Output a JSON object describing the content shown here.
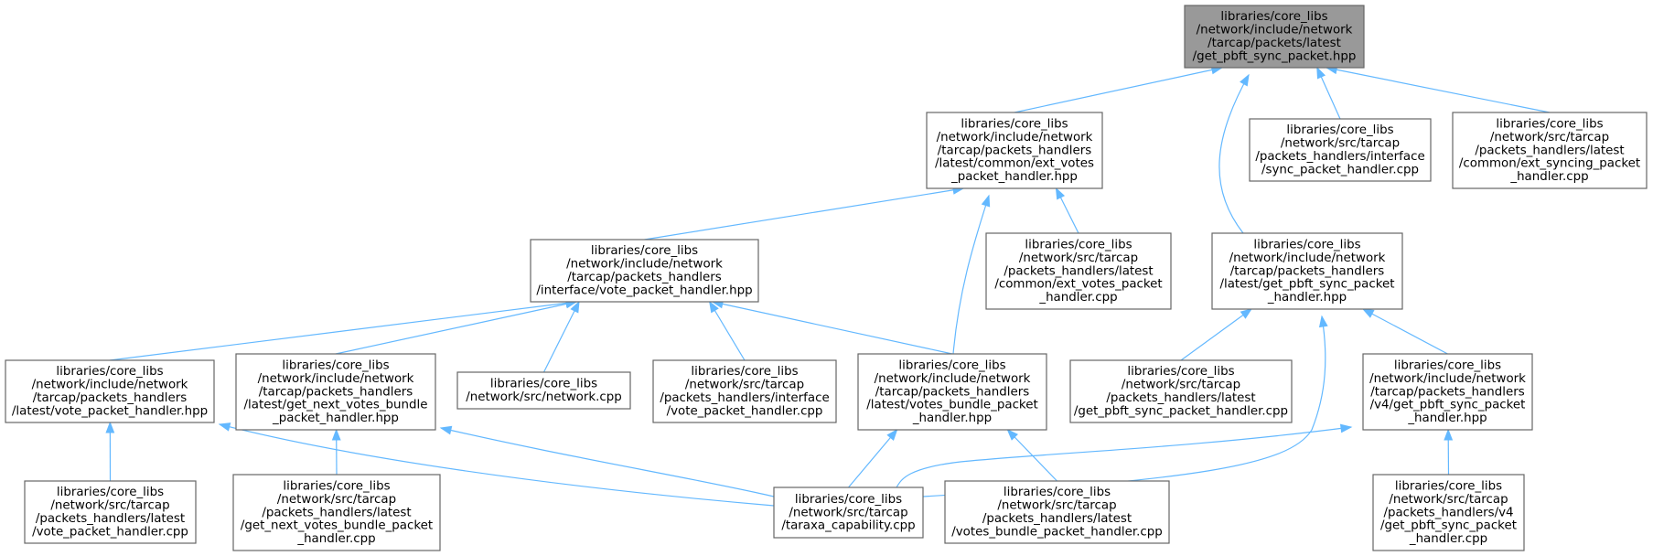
{
  "graph": {
    "nodes": [
      {
        "id": "n0",
        "root": true,
        "lines": [
          "libraries/core_libs",
          "/network/include/network",
          "/tarcap/packets/latest",
          "/get_pbft_sync_packet.hpp"
        ]
      },
      {
        "id": "n1",
        "lines": [
          "libraries/core_libs",
          "/network/include/network",
          "/tarcap/packets_handlers",
          "/latest/common/ext_votes",
          "_packet_handler.hpp"
        ]
      },
      {
        "id": "n2",
        "lines": [
          "libraries/core_libs",
          "/network/src/tarcap",
          "/packets_handlers/interface",
          "/sync_packet_handler.cpp"
        ]
      },
      {
        "id": "n3",
        "lines": [
          "libraries/core_libs",
          "/network/src/tarcap",
          "/packets_handlers/latest",
          "/common/ext_syncing_packet",
          "_handler.cpp"
        ]
      },
      {
        "id": "n4",
        "lines": [
          "libraries/core_libs",
          "/network/include/network",
          "/tarcap/packets_handlers",
          "/interface/vote_packet_handler.hpp"
        ]
      },
      {
        "id": "n5",
        "lines": [
          "libraries/core_libs",
          "/network/src/tarcap",
          "/packets_handlers/latest",
          "/common/ext_votes_packet",
          "_handler.cpp"
        ]
      },
      {
        "id": "n6",
        "lines": [
          "libraries/core_libs",
          "/network/include/network",
          "/tarcap/packets_handlers",
          "/latest/get_pbft_sync_packet",
          "_handler.hpp"
        ]
      },
      {
        "id": "n7",
        "lines": [
          "libraries/core_libs",
          "/network/include/network",
          "/tarcap/packets_handlers",
          "/latest/vote_packet_handler.hpp"
        ]
      },
      {
        "id": "n8",
        "lines": [
          "libraries/core_libs",
          "/network/include/network",
          "/tarcap/packets_handlers",
          "/latest/get_next_votes_bundle",
          "_packet_handler.hpp"
        ]
      },
      {
        "id": "n9",
        "lines": [
          "libraries/core_libs",
          "/network/src/network.cpp"
        ]
      },
      {
        "id": "n10",
        "lines": [
          "libraries/core_libs",
          "/network/src/tarcap",
          "/packets_handlers/interface",
          "/vote_packet_handler.cpp"
        ]
      },
      {
        "id": "n11",
        "lines": [
          "libraries/core_libs",
          "/network/include/network",
          "/tarcap/packets_handlers",
          "/latest/votes_bundle_packet",
          "_handler.hpp"
        ]
      },
      {
        "id": "n12",
        "lines": [
          "libraries/core_libs",
          "/network/src/tarcap",
          "/packets_handlers/latest",
          "/get_pbft_sync_packet_handler.cpp"
        ]
      },
      {
        "id": "n13",
        "lines": [
          "libraries/core_libs",
          "/network/include/network",
          "/tarcap/packets_handlers",
          "/v4/get_pbft_sync_packet",
          "_handler.hpp"
        ]
      },
      {
        "id": "n14",
        "lines": [
          "libraries/core_libs",
          "/network/src/tarcap",
          "/packets_handlers/latest",
          "/vote_packet_handler.cpp"
        ]
      },
      {
        "id": "n15",
        "lines": [
          "libraries/core_libs",
          "/network/src/tarcap",
          "/packets_handlers/latest",
          "/get_next_votes_bundle_packet",
          "_handler.cpp"
        ]
      },
      {
        "id": "n16",
        "lines": [
          "libraries/core_libs",
          "/network/src/tarcap",
          "/taraxa_capability.cpp"
        ]
      },
      {
        "id": "n17",
        "lines": [
          "libraries/core_libs",
          "/network/src/tarcap",
          "/packets_handlers/latest",
          "/votes_bundle_packet_handler.cpp"
        ]
      },
      {
        "id": "n18",
        "lines": [
          "libraries/core_libs",
          "/network/src/tarcap",
          "/packets_handlers/v4",
          "/get_pbft_sync_packet",
          "_handler.cpp"
        ]
      }
    ],
    "edges": [
      {
        "from": "n0",
        "to": "n1"
      },
      {
        "from": "n0",
        "to": "n2"
      },
      {
        "from": "n0",
        "to": "n3"
      },
      {
        "from": "n0",
        "to": "n6"
      },
      {
        "from": "n1",
        "to": "n4"
      },
      {
        "from": "n1",
        "to": "n5"
      },
      {
        "from": "n1",
        "to": "n11"
      },
      {
        "from": "n4",
        "to": "n7"
      },
      {
        "from": "n4",
        "to": "n8"
      },
      {
        "from": "n4",
        "to": "n9"
      },
      {
        "from": "n4",
        "to": "n10"
      },
      {
        "from": "n4",
        "to": "n11"
      },
      {
        "from": "n6",
        "to": "n12"
      },
      {
        "from": "n6",
        "to": "n13"
      },
      {
        "from": "n6",
        "to": "n16"
      },
      {
        "from": "n7",
        "to": "n14"
      },
      {
        "from": "n7",
        "to": "n16"
      },
      {
        "from": "n8",
        "to": "n15"
      },
      {
        "from": "n8",
        "to": "n16"
      },
      {
        "from": "n11",
        "to": "n16"
      },
      {
        "from": "n11",
        "to": "n17"
      },
      {
        "from": "n13",
        "to": "n16"
      },
      {
        "from": "n13",
        "to": "n18"
      }
    ]
  }
}
